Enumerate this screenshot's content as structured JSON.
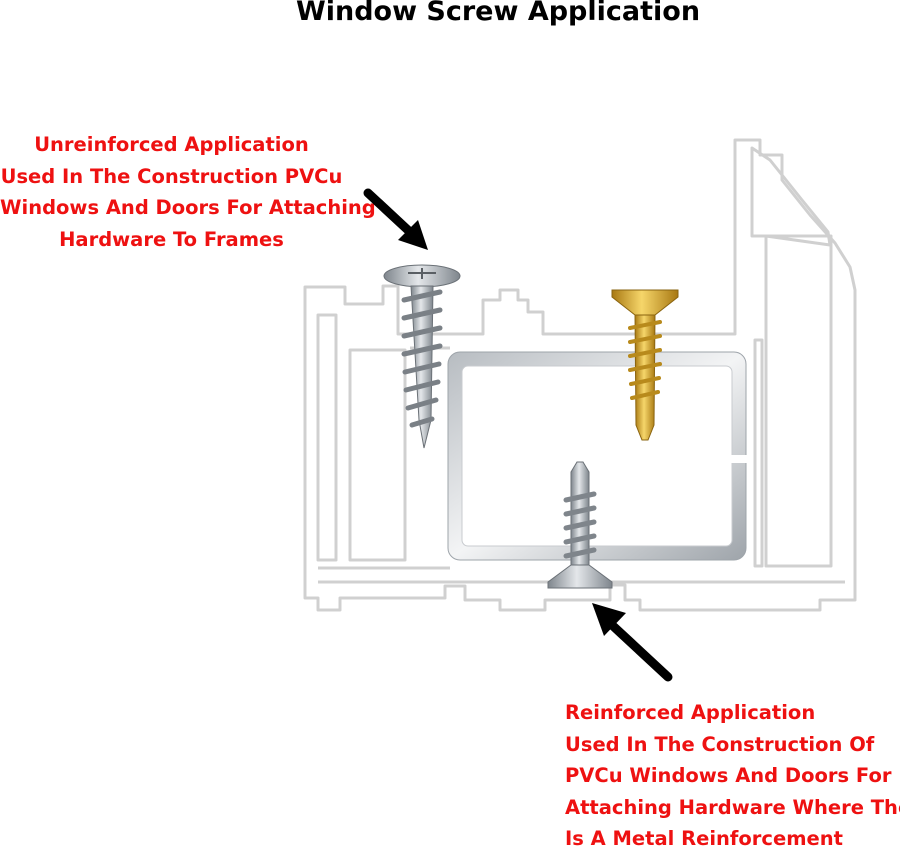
{
  "title": "Window Screw Application",
  "unreinforced": {
    "lines": [
      "Unreinforced Application",
      "Used In The Construction PVCu",
      "Windows And Doors For Attaching",
      "Hardware To Frames"
    ]
  },
  "reinforced": {
    "lines": [
      "Reinforced Application",
      "Used In The Construction Of",
      "PVCu Windows And Doors For",
      "Attaching Hardware Where There",
      "Is A Metal Reinforcement"
    ]
  },
  "colors": {
    "callout_text": "#ee1111",
    "profile_outline": "#cfcfcf",
    "steel": "#9aa0a6",
    "gold_screw": "#d8a82a",
    "arrow": "#000000"
  }
}
